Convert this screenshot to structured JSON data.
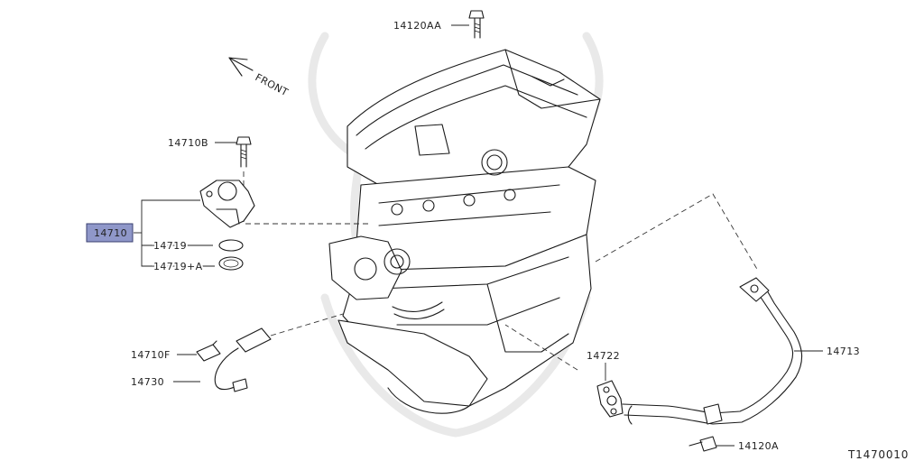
{
  "diagram_code": "T1470010",
  "front_label": "FRONT",
  "parts": {
    "bolt_top": "14120AA",
    "bolt_sensor": "14710B",
    "solenoid": "14710",
    "oring": "14719",
    "oring_a": "14719+A",
    "bracket": "14710F",
    "harness": "14730",
    "gasket": "14722",
    "egr_tube": "14713",
    "bolt_bottom": "14120A"
  },
  "colors": {
    "highlight_box": "#8f97c9",
    "line": "#1a1a1a",
    "watermark": "#e9e9e9"
  }
}
